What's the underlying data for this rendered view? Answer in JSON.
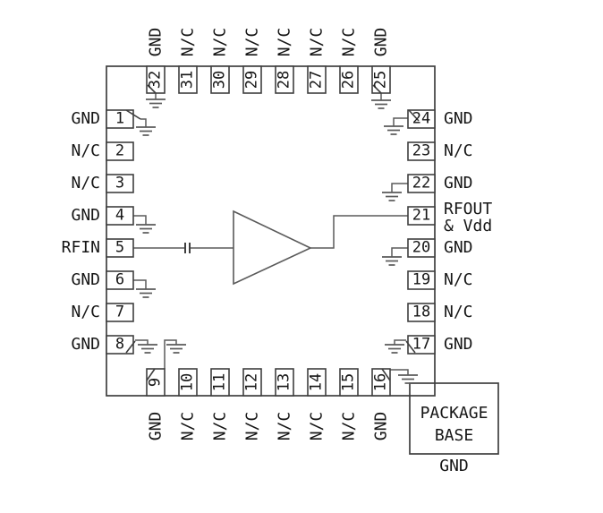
{
  "colors": {
    "line": "#5a5a5a",
    "box_line": "#3f3f3f",
    "text": "#161616",
    "background": "#ffffff"
  },
  "amplifier": {
    "symbol": "amplifier-triangle",
    "input_net": "RFIN",
    "output_net": "RFOUT"
  },
  "capacitor": {
    "type": "series-dc-block"
  },
  "package_base": {
    "line1": "PACKAGE",
    "line2": "BASE",
    "ground_label": "GND"
  },
  "pins": [
    {
      "num": "1",
      "label": "GND",
      "side": "left",
      "index": 0,
      "grounded": true
    },
    {
      "num": "2",
      "label": "N/C",
      "side": "left",
      "index": 1,
      "grounded": false
    },
    {
      "num": "3",
      "label": "N/C",
      "side": "left",
      "index": 2,
      "grounded": false
    },
    {
      "num": "4",
      "label": "GND",
      "side": "left",
      "index": 3,
      "grounded": true
    },
    {
      "num": "5",
      "label": "RFIN",
      "side": "left",
      "index": 4,
      "grounded": false
    },
    {
      "num": "6",
      "label": "GND",
      "side": "left",
      "index": 5,
      "grounded": true
    },
    {
      "num": "7",
      "label": "N/C",
      "side": "left",
      "index": 6,
      "grounded": false
    },
    {
      "num": "8",
      "label": "GND",
      "side": "left",
      "index": 7,
      "grounded": true
    },
    {
      "num": "9",
      "label": "GND",
      "side": "bottom",
      "index": 0,
      "grounded": true
    },
    {
      "num": "10",
      "label": "N/C",
      "side": "bottom",
      "index": 1,
      "grounded": false
    },
    {
      "num": "11",
      "label": "N/C",
      "side": "bottom",
      "index": 2,
      "grounded": false
    },
    {
      "num": "12",
      "label": "N/C",
      "side": "bottom",
      "index": 3,
      "grounded": false
    },
    {
      "num": "13",
      "label": "N/C",
      "side": "bottom",
      "index": 4,
      "grounded": false
    },
    {
      "num": "14",
      "label": "N/C",
      "side": "bottom",
      "index": 5,
      "grounded": false
    },
    {
      "num": "15",
      "label": "N/C",
      "side": "bottom",
      "index": 6,
      "grounded": false
    },
    {
      "num": "16",
      "label": "GND",
      "side": "bottom",
      "index": 7,
      "grounded": true
    },
    {
      "num": "17",
      "label": "GND",
      "side": "right",
      "index": 7,
      "grounded": true
    },
    {
      "num": "18",
      "label": "N/C",
      "side": "right",
      "index": 6,
      "grounded": false
    },
    {
      "num": "19",
      "label": "N/C",
      "side": "right",
      "index": 5,
      "grounded": false
    },
    {
      "num": "20",
      "label": "GND",
      "side": "right",
      "index": 4,
      "grounded": true
    },
    {
      "num": "21",
      "label": "RFOUT",
      "label2": "& Vdd",
      "side": "right",
      "index": 3,
      "grounded": false
    },
    {
      "num": "22",
      "label": "GND",
      "side": "right",
      "index": 2,
      "grounded": true
    },
    {
      "num": "23",
      "label": "N/C",
      "side": "right",
      "index": 1,
      "grounded": false
    },
    {
      "num": "24",
      "label": "GND",
      "side": "right",
      "index": 0,
      "grounded": true
    },
    {
      "num": "25",
      "label": "GND",
      "side": "top",
      "index": 7,
      "grounded": true
    },
    {
      "num": "26",
      "label": "N/C",
      "side": "top",
      "index": 6,
      "grounded": false
    },
    {
      "num": "27",
      "label": "N/C",
      "side": "top",
      "index": 5,
      "grounded": false
    },
    {
      "num": "28",
      "label": "N/C",
      "side": "top",
      "index": 4,
      "grounded": false
    },
    {
      "num": "29",
      "label": "N/C",
      "side": "top",
      "index": 3,
      "grounded": false
    },
    {
      "num": "30",
      "label": "N/C",
      "side": "top",
      "index": 2,
      "grounded": false
    },
    {
      "num": "31",
      "label": "N/C",
      "side": "top",
      "index": 1,
      "grounded": false
    },
    {
      "num": "32",
      "label": "GND",
      "side": "top",
      "index": 0,
      "grounded": true
    }
  ]
}
